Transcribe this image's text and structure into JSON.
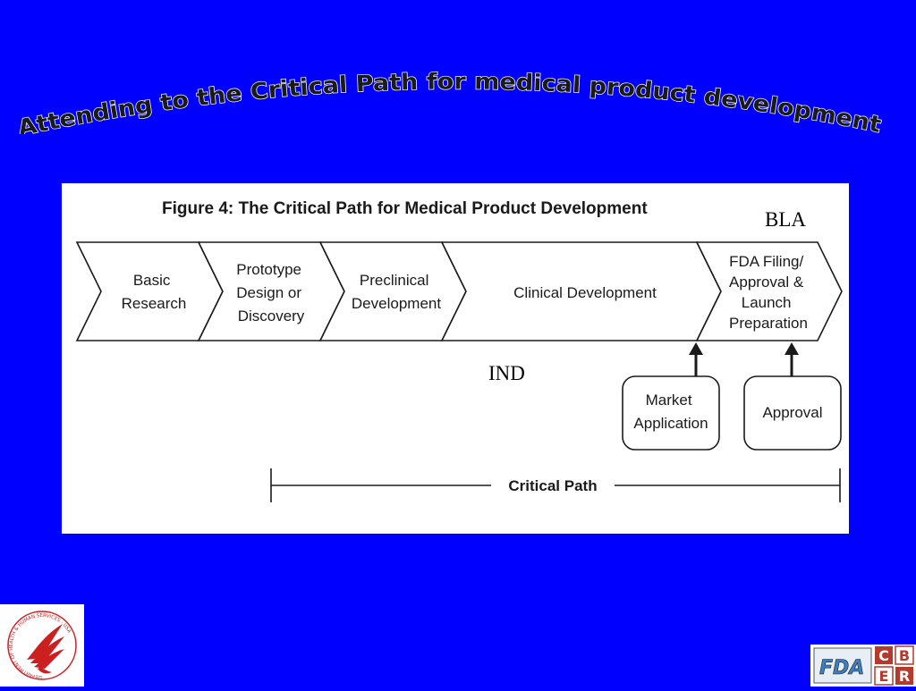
{
  "slide": {
    "title": "Attending to the Critical Path for medical product development"
  },
  "figure": {
    "title": "Figure 4:  The Critical Path for Medical Product Development",
    "stages": [
      {
        "lines": [
          "Basic",
          "Research"
        ]
      },
      {
        "lines": [
          "Prototype",
          "Design or",
          "Discovery"
        ]
      },
      {
        "lines": [
          "Preclinical",
          "Development"
        ]
      },
      {
        "lines": [
          "Clinical Development"
        ]
      },
      {
        "lines": [
          "FDA Filing/",
          "Approval &",
          "Launch",
          "Preparation"
        ]
      }
    ],
    "milestones": [
      {
        "lines": [
          "Market",
          "Application"
        ]
      },
      {
        "lines": [
          "Approval"
        ]
      }
    ],
    "critical_path_label": "Critical Path",
    "annotations": {
      "bla": "BLA",
      "ind": "IND"
    }
  },
  "logos": {
    "hhs": {
      "ring_text": "DEPARTMENT OF HEALTH & HUMAN SERVICES · USA"
    },
    "fda_cber": {
      "fda": "FDA",
      "cber": [
        "C",
        "B",
        "E",
        "R"
      ]
    }
  },
  "colors": {
    "background": "#0000ff",
    "title_fill": "#1a1a1a",
    "title_outline": "#ffffff",
    "hhs_red": "#cc1f1f",
    "cber_red": "#b33a2c"
  }
}
